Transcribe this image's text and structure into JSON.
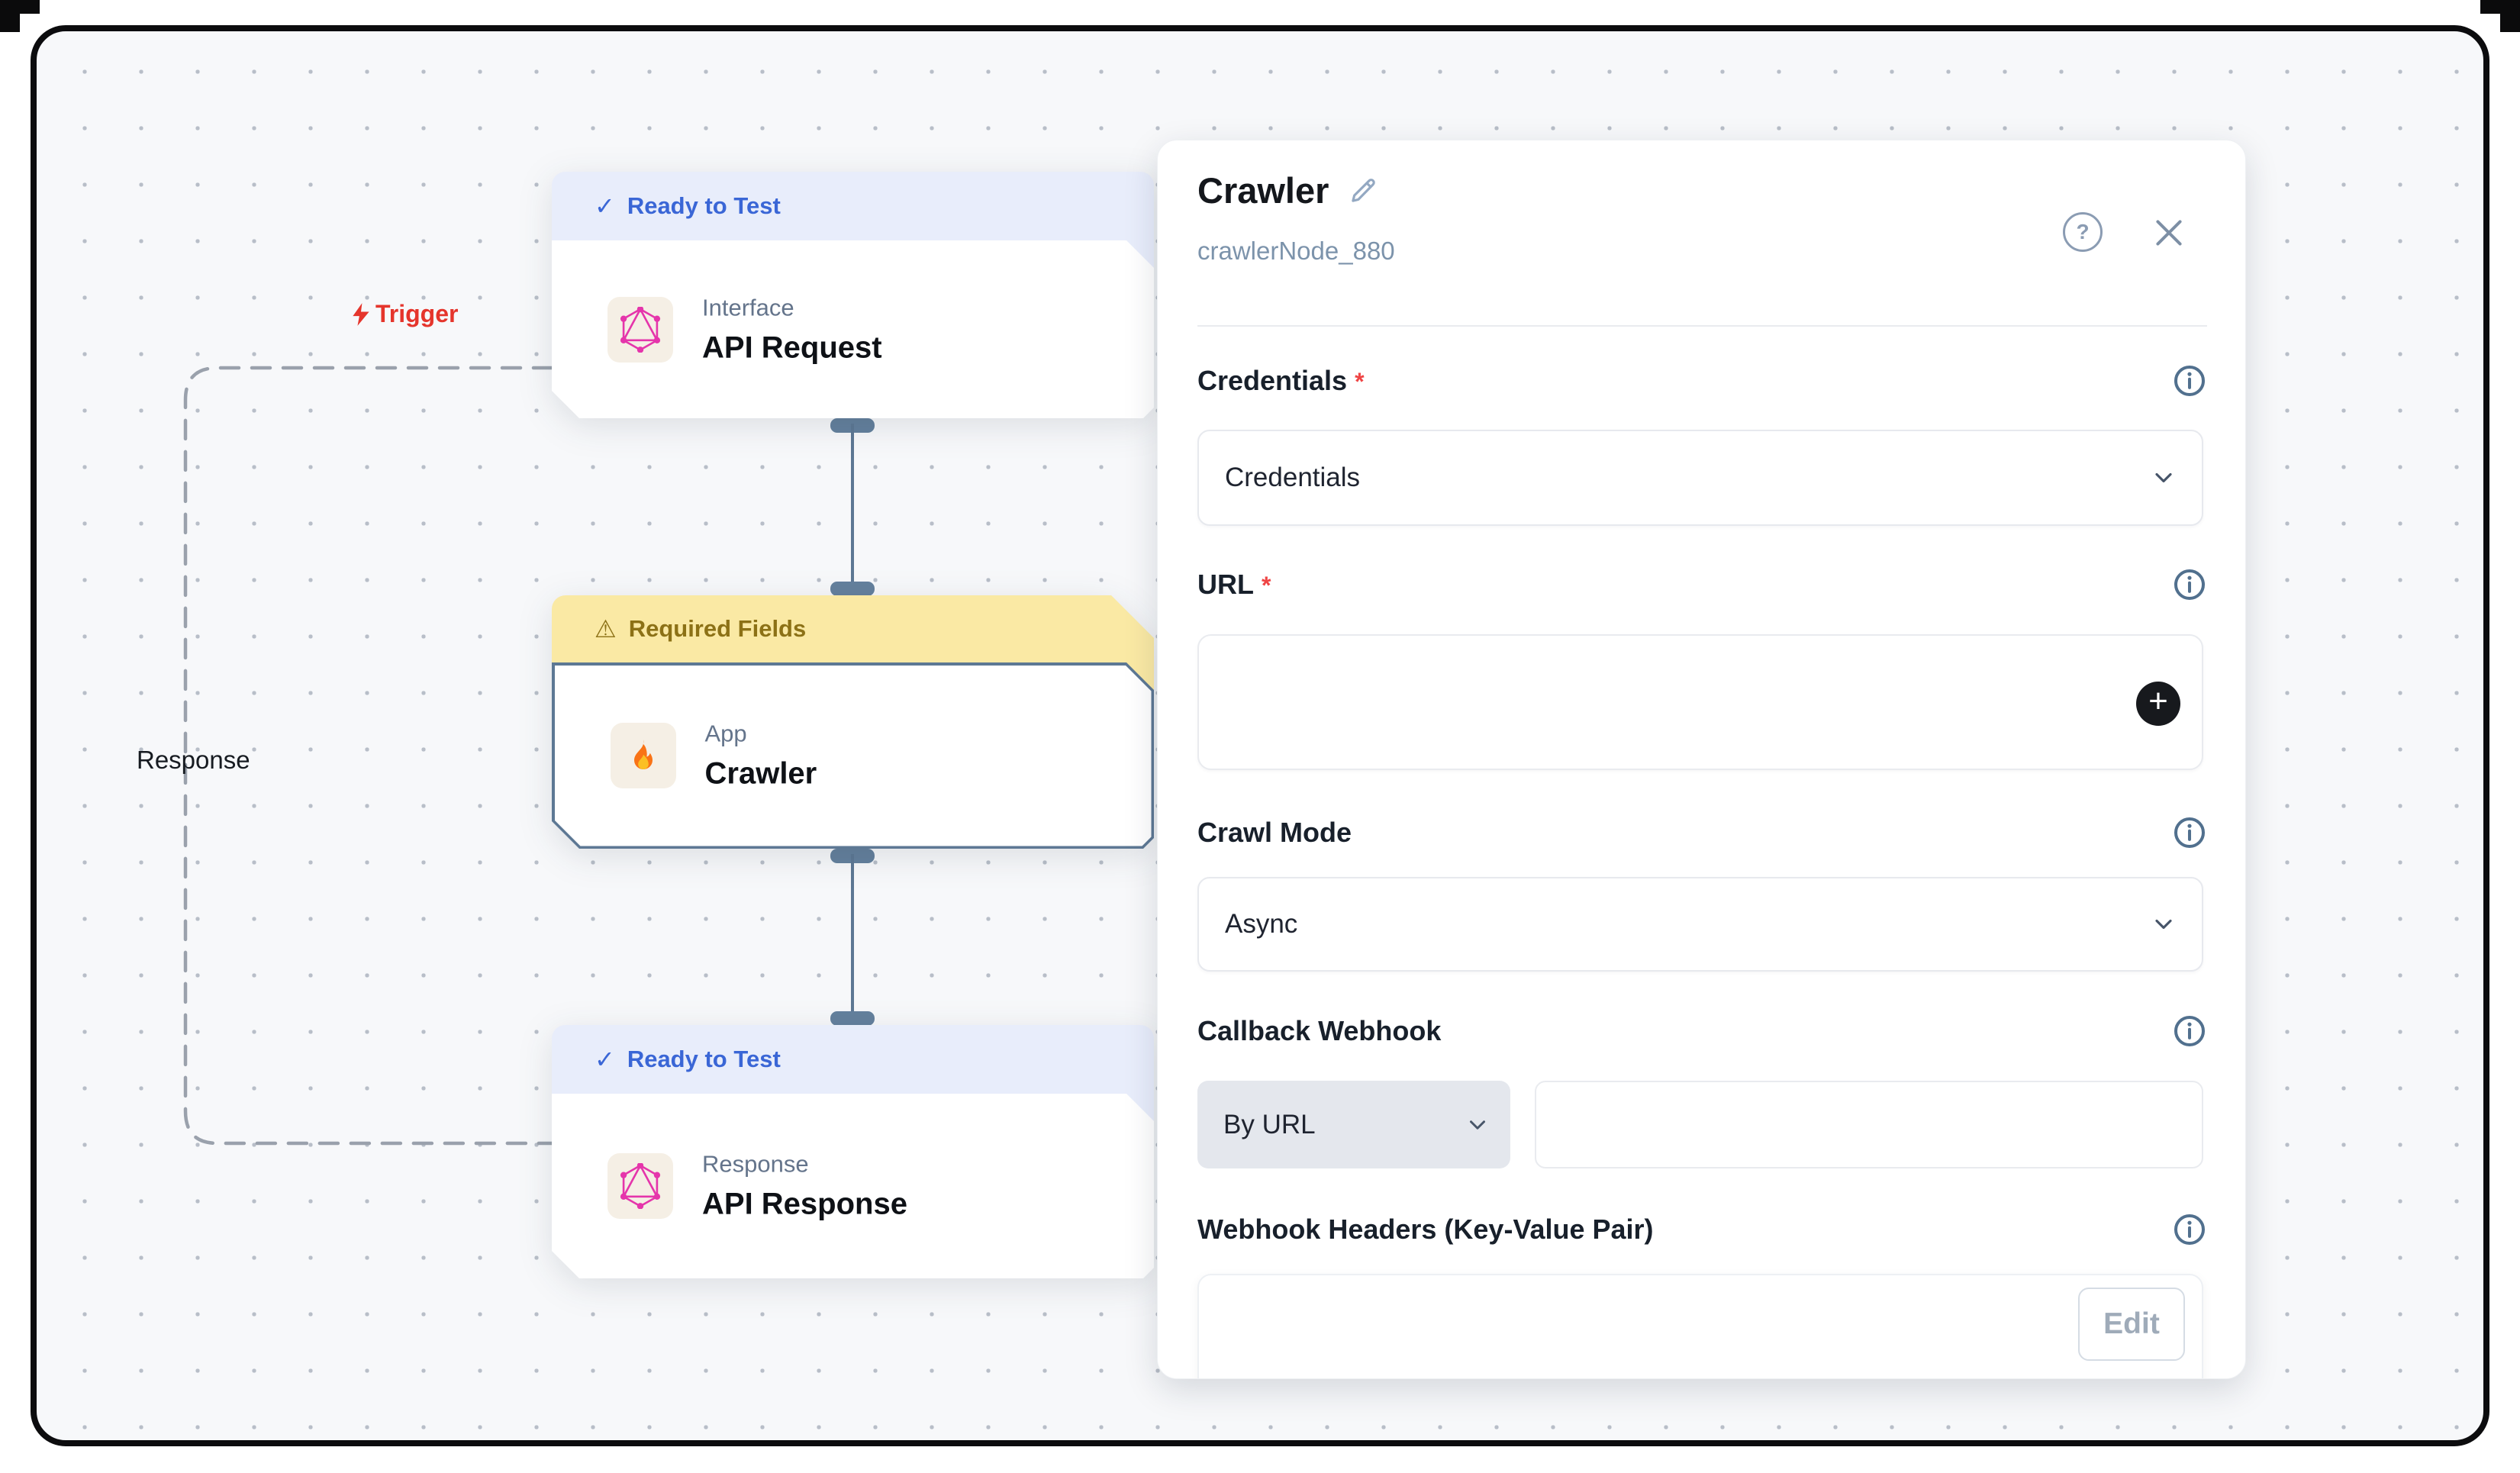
{
  "canvas": {
    "trigger_label": "Trigger",
    "response_label": "Response",
    "nodes": [
      {
        "status_icon": "✓",
        "status": "Ready to Test",
        "category": "Interface",
        "title": "API Request",
        "icon": "graphql-icon"
      },
      {
        "status_icon": "⚠",
        "status": "Required Fields",
        "category": "App",
        "title": "Crawler",
        "icon": "fire-icon"
      },
      {
        "status_icon": "✓",
        "status": "Ready to Test",
        "category": "Response",
        "title": "API Response",
        "icon": "graphql-icon"
      }
    ]
  },
  "panel": {
    "title": "Crawler",
    "node_id": "crawlerNode_880",
    "help_icon": "?",
    "url_add_button": "+",
    "fields": {
      "credentials": {
        "label": "Credentials",
        "required": "*",
        "value": "Credentials"
      },
      "url": {
        "label": "URL",
        "required": "*",
        "value": ""
      },
      "crawl_mode": {
        "label": "Crawl Mode",
        "value": "Async"
      },
      "callback_webhook": {
        "label": "Callback Webhook",
        "mode_value": "By URL",
        "url_value": ""
      },
      "webhook_headers": {
        "label": "Webhook Headers (Key-Value Pair)",
        "edit_button": "Edit"
      }
    }
  },
  "colors": {
    "canvas_bg": "#f7f8fa",
    "ready_header_bg": "#e8edfb",
    "ready_text": "#3a66d6",
    "warning_header_bg": "#fae9a4",
    "warning_text": "#8c7116",
    "selected_border": "#5d7894",
    "connector": "#5d7894",
    "trigger_red": "#e5352c",
    "required_asterisk": "#ef4444",
    "graphql_pink": "#e535ab",
    "dashed_line": "#9aa1ac"
  }
}
